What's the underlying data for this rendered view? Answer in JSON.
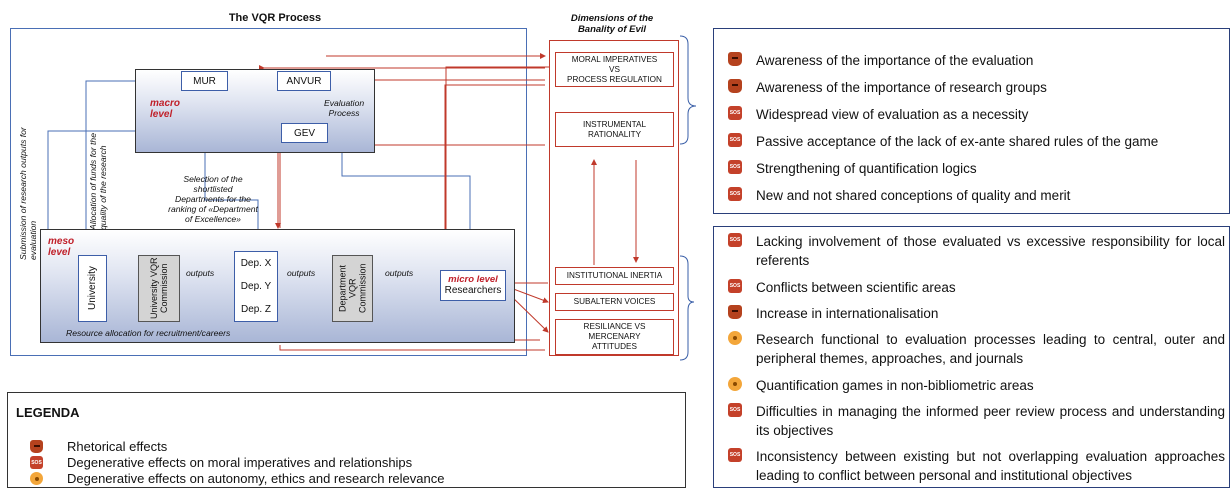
{
  "left": {
    "title": "The VQR Process",
    "macro": {
      "level": "macro\nlevel",
      "mur": "MUR",
      "anvur": "ANVUR",
      "gev": "GEV",
      "eval": "Evaluation\nProcess"
    },
    "meso": {
      "level": "meso\nlevel",
      "university": "University",
      "univ_commission": "University VQR Commission",
      "outputs1": "outputs",
      "outputs2": "outputs",
      "outputs3": "outputs",
      "dep_x": "Dep. X",
      "dep_y": "Dep. Y",
      "dep_z": "Dep. Z",
      "dep_commission": "Department VQR Commission",
      "micro_level": "micro level",
      "researchers": "Researchers",
      "resource": "Resource allocation for recruitment/careers"
    },
    "submission": "Submission of research outputs for evaluation",
    "allocation": "Allocation of funds for the quality of the research",
    "selection": "Selection of the shortlisted Departments for the ranking of «Department of Excellence»"
  },
  "dimensions": {
    "title": "Dimensions of the\nBanality of Evil",
    "moral": "MORAL IMPERATIVES\nVS\nPROCESS REGULATION",
    "instrumental": "INSTRUMENTAL\nRATIONALITY",
    "inertia": "INSTITUTIONAL INERTIA",
    "subaltern": "SUBALTERN VOICES",
    "resiliance": "RESILIANCE VS\nMERCENARY\nATTITUDES"
  },
  "legend": {
    "title": "LEGENDA",
    "items": [
      {
        "icon": "mask-icon",
        "text": "Rhetorical effects"
      },
      {
        "icon": "sos-icon",
        "text": "Degenerative effects on moral imperatives and relationships"
      },
      {
        "icon": "radiation-icon",
        "text": "Degenerative effects on autonomy, ethics and research relevance"
      }
    ]
  },
  "panel_top": [
    {
      "icon": "mask-icon",
      "text": "Awareness of the importance of the evaluation"
    },
    {
      "icon": "mask-icon",
      "text": "Awareness of the importance of research groups"
    },
    {
      "icon": "sos-icon",
      "text": "Widespread view of evaluation as a necessity"
    },
    {
      "icon": "sos-icon",
      "text": "Passive acceptance of the lack of ex-ante shared rules of the game"
    },
    {
      "icon": "sos-icon",
      "text": "Strengthening of quantification logics"
    },
    {
      "icon": "sos-icon",
      "text": "New and not shared conceptions of quality and merit"
    }
  ],
  "panel_bottom": [
    {
      "icon": "sos-icon",
      "text": "Lacking involvement of those evaluated vs excessive responsibility for local referents"
    },
    {
      "icon": "sos-icon",
      "text": "Conflicts between scientific areas"
    },
    {
      "icon": "mask-icon",
      "text": "Increase in internationalisation"
    },
    {
      "icon": "radiation-icon",
      "text": "Research functional to evaluation processes leading to central, outer and peripheral themes, approaches, and journals"
    },
    {
      "icon": "radiation-icon",
      "text": "Quantification games in non-bibliometric areas"
    },
    {
      "icon": "sos-icon",
      "text": "Difficulties in managing the informed peer review process and understanding its objectives"
    },
    {
      "icon": "sos-icon",
      "text": "Inconsistency between existing but not overlapping evaluation approaches leading to conflict between personal and institutional objectives"
    }
  ],
  "colors": {
    "blue_line": "#4a6fb5",
    "red_line": "#c0392b",
    "level_red": "#c0202a"
  }
}
